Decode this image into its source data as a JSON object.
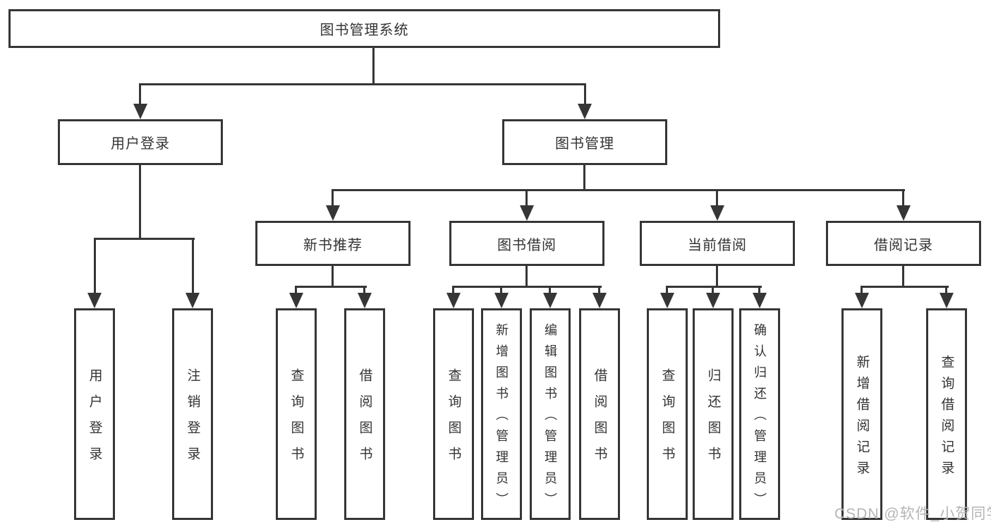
{
  "tree": {
    "root": "图书管理系统",
    "branches": [
      {
        "label": "用户登录",
        "children": [
          "用户登录",
          "注销登录"
        ]
      },
      {
        "label": "图书管理",
        "children": [
          {
            "label": "新书推荐",
            "children": [
              "查询图书",
              "借阅图书"
            ]
          },
          {
            "label": "图书借阅",
            "children": [
              "查询图书",
              "新增图书（管理员）",
              "编辑图书（管理员）",
              "借阅图书"
            ]
          },
          {
            "label": "当前借阅",
            "children": [
              "查询图书",
              "归还图书",
              "确认归还（管理员）"
            ]
          },
          {
            "label": "借阅记录",
            "children": [
              "新增借阅记录",
              "查询借阅记录"
            ]
          }
        ]
      }
    ]
  },
  "watermark": "CSDN @软件_小贺同学",
  "colors": {
    "line": "#363636",
    "text": "#333333",
    "watermark": "#b5b5b5",
    "background": "#ffffff"
  }
}
